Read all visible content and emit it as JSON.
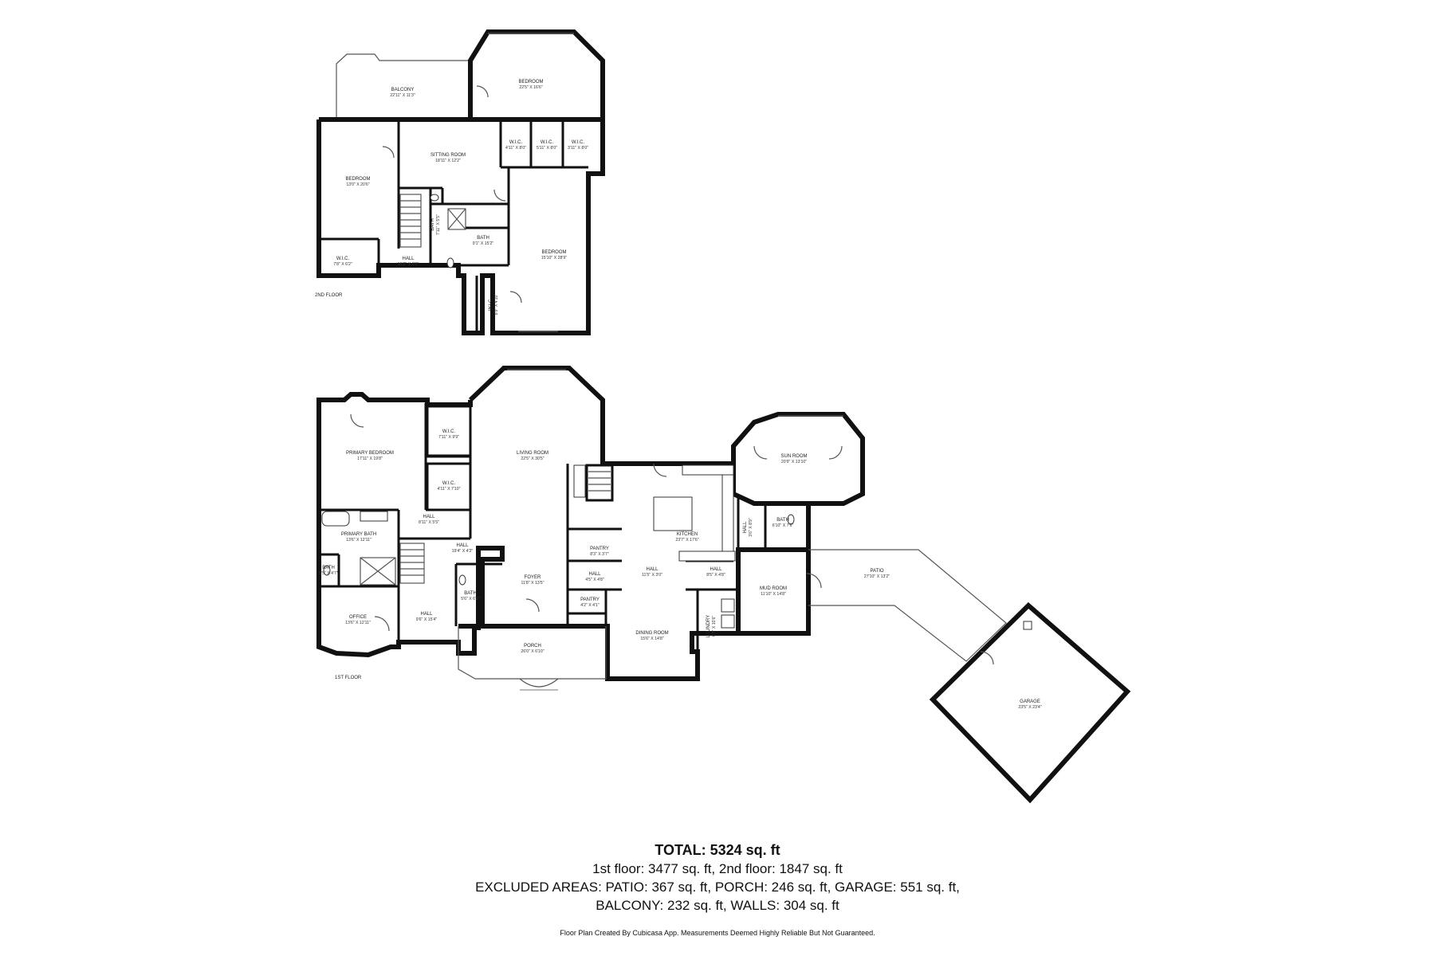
{
  "floors": [
    {
      "label": "2ND FLOOR",
      "rooms": [
        {
          "id": "balcony",
          "name": "BALCONY",
          "dims": "22'11\" X 11'3\""
        },
        {
          "id": "bedroom-north",
          "name": "BEDROOM",
          "dims": "22'5\" X 16'6\""
        },
        {
          "id": "wic-a",
          "name": "W.I.C.",
          "dims": "4'11\" X 8'0\""
        },
        {
          "id": "wic-b",
          "name": "W.I.C.",
          "dims": "5'11\" X 8'0\""
        },
        {
          "id": "wic-c",
          "name": "W.I.C.",
          "dims": "3'11\" X 8'0\""
        },
        {
          "id": "sitting-room",
          "name": "SITTING ROOM",
          "dims": "18'11\" X 12'2\""
        },
        {
          "id": "bedroom-west",
          "name": "BEDROOM",
          "dims": "13'0\" X 20'6\""
        },
        {
          "id": "bath-small",
          "name": "BATH",
          "dims": "7'11\" X 5'5\""
        },
        {
          "id": "bath-2",
          "name": "BATH",
          "dims": "9'1\" X 15'2\""
        },
        {
          "id": "bedroom-east",
          "name": "BEDROOM",
          "dims": "15'10\" X 28'9\""
        },
        {
          "id": "wic-west",
          "name": "W.I.C.",
          "dims": "7'8\" X 6'2\""
        },
        {
          "id": "hall-2",
          "name": "HALL",
          "dims": "15'2\" X 6'9\""
        },
        {
          "id": "wic-south",
          "name": "W.I.C.",
          "dims": "8'9\" X 4'10\""
        }
      ]
    },
    {
      "label": "1ST FLOOR",
      "rooms": [
        {
          "id": "primary-bedroom",
          "name": "PRIMARY BEDROOM",
          "dims": "17'11\" X 19'8\""
        },
        {
          "id": "wic-1",
          "name": "W.I.C.",
          "dims": "7'11\" X 9'9\""
        },
        {
          "id": "wic-2",
          "name": "W.I.C.",
          "dims": "4'11\" X 7'10\""
        },
        {
          "id": "living-room",
          "name": "LIVING ROOM",
          "dims": "22'5\" X 30'5\""
        },
        {
          "id": "sun-room",
          "name": "SUN ROOM",
          "dims": "20'9\" X 13'10\""
        },
        {
          "id": "kitchen",
          "name": "KITCHEN",
          "dims": "23'7\" X 17'6\""
        },
        {
          "id": "hall-vert",
          "name": "HALL",
          "dims": "3'6\" X 8'9\""
        },
        {
          "id": "bath-sun",
          "name": "BATH",
          "dims": "6'10\" X 7'6\""
        },
        {
          "id": "primary-bath",
          "name": "PRIMARY BATH",
          "dims": "13'6\" X 12'11\""
        },
        {
          "id": "hall-a",
          "name": "HALL",
          "dims": "8'11\" X 5'5\""
        },
        {
          "id": "hall-b",
          "name": "HALL",
          "dims": "19'4\" X 4'2\""
        },
        {
          "id": "pantry-1",
          "name": "PANTRY",
          "dims": "8'3\" X 3'7\""
        },
        {
          "id": "bath-small-1",
          "name": "BATH",
          "dims": "5'5\" X 4'7\""
        },
        {
          "id": "foyer",
          "name": "FOYER",
          "dims": "11'8\" X 13'5\""
        },
        {
          "id": "hall-c",
          "name": "HALL",
          "dims": "4'5\" X 4'8\""
        },
        {
          "id": "hall-d",
          "name": "HALL",
          "dims": "11'5\" X 3'0\""
        },
        {
          "id": "hall-e",
          "name": "HALL",
          "dims": "8'5\" X 4'8\""
        },
        {
          "id": "mud-room",
          "name": "MUD ROOM",
          "dims": "11'10\" X 14'8\""
        },
        {
          "id": "patio",
          "name": "PATIO",
          "dims": "27'10\" X 13'2\""
        },
        {
          "id": "bath-hall",
          "name": "BATH",
          "dims": "5'6\" X 6'3\""
        },
        {
          "id": "pantry-2",
          "name": "PANTRY",
          "dims": "4'2\" X 4'1\""
        },
        {
          "id": "office",
          "name": "OFFICE",
          "dims": "13'6\" X 12'11\""
        },
        {
          "id": "hall-f",
          "name": "HALL",
          "dims": "9'6\" X 15'4\""
        },
        {
          "id": "porch",
          "name": "PORCH",
          "dims": "26'0\" X 6'10\""
        },
        {
          "id": "dining-room",
          "name": "DINING ROOM",
          "dims": "15'6\" X 14'8\""
        },
        {
          "id": "laundry",
          "name": "LAUNDRY",
          "dims": "6'7\" X 10'6\""
        },
        {
          "id": "garage",
          "name": "GARAGE",
          "dims": "23'5\" X 23'4\""
        }
      ]
    }
  ],
  "summary": {
    "total": "TOTAL: 5324 sq. ft",
    "line1": "1st floor: 3477 sq. ft, 2nd floor: 1847 sq. ft",
    "line2": "EXCLUDED AREAS: PATIO: 367 sq. ft, PORCH: 246 sq. ft, GARAGE: 551 sq. ft,",
    "line3": "BALCONY: 232 sq. ft, WALLS: 304 sq. ft",
    "credit": "Floor Plan Created By Cubicasa App. Measurements Deemed Highly Reliable But Not Guaranteed."
  }
}
